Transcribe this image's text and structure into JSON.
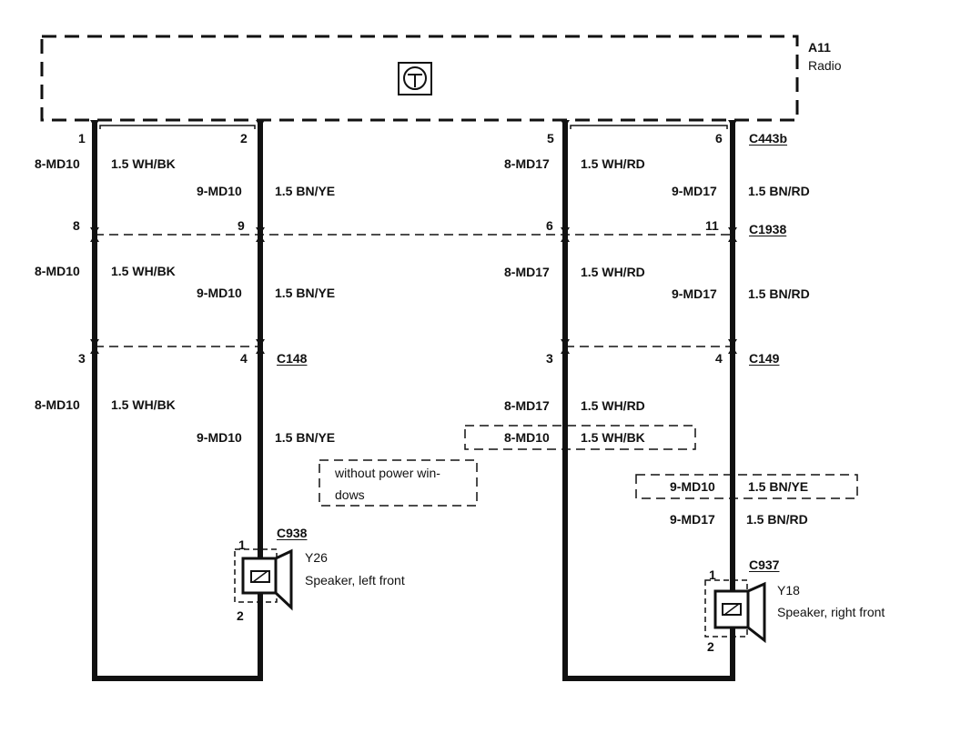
{
  "module": {
    "id": "A11",
    "name": "Radio"
  },
  "connectors": {
    "radio": "C443b",
    "inline_1": "C1938",
    "left_door": "C148",
    "right_door": "C149",
    "left_speaker": "C938",
    "right_speaker": "C937"
  },
  "pins": {
    "radio": [
      "1",
      "2",
      "5",
      "6"
    ],
    "c1938": [
      "8",
      "9",
      "6",
      "11"
    ],
    "c148": [
      "3",
      "4"
    ],
    "c149": [
      "3",
      "4"
    ],
    "left_speaker": [
      "1",
      "2"
    ],
    "right_speaker": [
      "1",
      "2"
    ]
  },
  "wires": {
    "lf_pos_circuit": "8-MD10",
    "lf_pos_color": "1.5 WH/BK",
    "lf_neg_circuit": "9-MD10",
    "lf_neg_color": "1.5 BN/YE",
    "rf_pos_circuit": "8-MD17",
    "rf_pos_color": "1.5 WH/RD",
    "rf_neg_circuit": "9-MD17",
    "rf_neg_color": "1.5 BN/RD"
  },
  "variant_note": [
    "without power win-",
    "dows"
  ],
  "speakers": {
    "left": {
      "id": "Y26",
      "name": "Speaker, left front"
    },
    "right": {
      "id": "Y18",
      "name": "Speaker, right front"
    }
  }
}
